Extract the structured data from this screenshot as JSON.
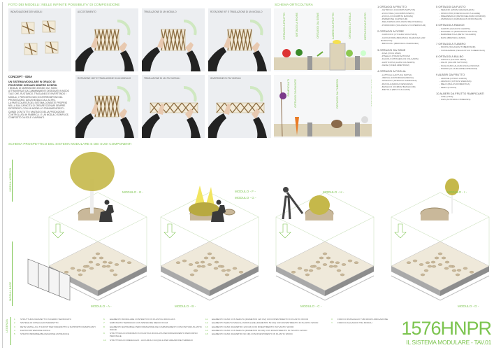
{
  "photos_section": {
    "title": "FOTO DEI MODELLI: NELLE INFINITE POSSIBILITA' DI COMPOSIZIONE",
    "captions": [
      "INDIVIDUAZIONE DEI MODULI",
      "ACCOSTAMENTO",
      "TRASLAZIONE DI UN MODULO",
      "ROTAZIONE 90° E TRASLAZIONE DI UN MODULO",
      "ROTAZIONE 180° E TRASLAZIONE DI UN MODULO",
      "TRASLAZIONE DI UN PIU' MODULI",
      "INVERSIONE DI PIU' MODULI"
    ]
  },
  "concept": {
    "title": "CONCEPT - IDEA",
    "subtitle": "UN SISTEMA MODULARE IN GRADO DI PROPORRE SCENARI SEMPRE DIVERSI.",
    "p1": "I MODULI DI DIMENSIONE 300X300 CM, SONO ATTRAVERSATI DA CAMMINAMENTI DISEGNATI IN MODO TALE CHE, RUOTANDO, TRASLANDO E INVERTENDO I MODULI, I PERCORSI NON SI INTERROMPONO MA PROSEGUONO, DA UN MODULO ALL'ALTRO.",
    "p2": "LA PARTICOLARITÀ DEL SISTEMA CONSISTE PROPRIO NELLA SUA CAPACITÀ DI CREARE SCENARI SEMPRE DIFFERENTI, CON UN MODELLO STANDARDIZZATO - QUINDI CON TUTTI I VANTAGGI DELLA PRODUZIONE CONTROLLATA IN FABBRICA - E UN MODULO SEMPLICE, COMPOSTO DA SOLE 4 VARIANTI."
  },
  "orto": {
    "title": "SCHEMA ORTICOLTURA",
    "row1": [
      "ORTAGGI A FRUTTO",
      "ORTAGGI A FIORE",
      "ORTAGGI DA SEME",
      "ALBERI DA FRUTTO",
      "ORTAGGI A FOGLIA",
      "ORTAGGI DA FUSTO"
    ],
    "row2": [
      "RAMPICANTI",
      "ORTAGGI DA RADICE",
      "ORTAGGI DA TUBERO",
      "ORTAGGI DA BULBO"
    ]
  },
  "lists": [
    {
      "title": "1 ORTAGGI A FRUTTO",
      "items": [
        "- CETRIOLO (CUCUMIS SATIVUS)",
        "- ZUCCHINA (CUCURBITA PEPO)",
        "- ZUCCA (CUCURBITA MAXIMA)",
        "- PEPERONE (CAPSICUM)",
        "- MELANZANA (SOLANUM MELONGENA)",
        "- POMODORO (SOLANUM LYCOPERSICUM)"
      ]
    },
    {
      "title": "2 ORTAGGI A FIORE",
      "items": [
        "- CARCIOFO (CYNARA SCOLYMUS)",
        "- CAVOLFIORE (BRASSICA OLERACEA VAR BOTRYTIS)",
        "- BROCCOLI (BRASSICA OLERACEA)"
      ]
    },
    {
      "title": "3 ORTAGGI DA SEME",
      "items": [
        "- FAVA (VICIA FABA)",
        "- PISELLO (PISUM SATIVUM)",
        "- FAGIOLO (PHASEOLUS VULGARIS)",
        "- LENTICCHIA (LENS CULINARIS)",
        "- CECE (CICER ARIETINUM)"
      ]
    },
    {
      "title": "4 ORTAGGI A FOGLIA",
      "items": [
        "- LATTUGA (LACTUCA SATIVA)",
        "- INDIVIA (CICHORIUM ENDIVIA)",
        "- SPINACIO (SPINACIA OLERACEA)",
        "- RUCOLA (ERUCA VESICARIA)",
        "- BASILICO (OCIMUM BASILICUM)",
        "- BIETOLA (BETA VULGARIS)"
      ]
    },
    {
      "title": "5 ORTAGGI DA FUSTO",
      "items": [
        "- SEDANO (APIUM GRAVEOLENS)",
        "- FINOCCHIO (FOENICULUM VULGARE)",
        "- PREZZEMOLO (PETROSELINUM CRISPUM)",
        "- ASPARAGO (ASPARAGUS OFFICINALIS)"
      ]
    },
    {
      "title": "6 ORTAGGI A RADICE",
      "items": [
        "- CAROTA (DAUCUS CAROTA)",
        "- RAVANELLO (RAPHANUS SATIVUS)",
        "- BARBABIETOLA (BETA VULGARIS)",
        "- RAPA (BRASSICA RAPA)"
      ]
    },
    {
      "title": "7 ORTAGGI A TUBERO",
      "items": [
        "- PATATA (SOLANUM TUBEROSUM)",
        "- TOPINAMBUR (HELIANTHUS TUBEROSUS)"
      ]
    },
    {
      "title": "8 ORTAGGI A BULBO",
      "items": [
        "- CIPOLLA (ALLIUM CEPA)",
        "- AGLIO (ALLIUM SATIVUM)",
        "- SCALOGNO (ALLIUM ASCALONICUM)",
        "- PORRO (ALLIUM AMPELOPRASUM)"
      ]
    },
    {
      "title": "9 ALBERI DA FRUTTO",
      "items": [
        "- LIMONE (CITRUS LIMON)",
        "- ARANCIO (CITRUS SINENSIS)",
        "- MELO (MALUS DOMESTICA)",
        "- PERO (PYRUS)"
      ]
    },
    {
      "title": "10 ALBERI DA FRUTTO RAMPICANTI",
      "items": [
        "- VITE (VITIS)",
        "- KIWI (ACTINIDIA CHINENSIS)"
      ]
    }
  ],
  "scheme": {
    "title": "SCHEMA PROSPETTICO DEL SISTEMA MODULARE E DEI SUOI COMPONENTI",
    "arredo_label": "MODULI ARREDO",
    "base_label": "MODULI BASE",
    "top_modules": [
      "MODULO - E -",
      "MODULO - F -",
      "MODULO - G -",
      "MODULO - H -",
      "MODULO - I -"
    ],
    "base_modules": [
      "MODULO - A -",
      "MODULO - B -",
      "MODULO - C -",
      "MODULO - D -"
    ]
  },
  "legend": {
    "title": "LEGENDA",
    "items": [
      [
        "1",
        "STRUTTURA PARAPETTO IN FERRO VERNICIATO"
      ],
      [
        "2",
        "SISTEMA DI FISSAGGIO PARAPETTO"
      ],
      [
        "3",
        "RETE METALLICA H 100 MT PER PARAPETTO E SUPPORTO RAMPICANTI"
      ],
      [
        "4",
        "FELTRO RITENZIONE IDRICA"
      ],
      [
        "5",
        "STRATO IMPERMEABILIZZAZIONE ANTIRADICE"
      ],
      [
        "6",
        "ELEMENTO MODULARE CONTENITIVO IN PLASTICA RICICLATA"
      ],
      [
        "7",
        "SUBSTRATO TERRICCIO CON SPESSORE MEDIO 35 CM"
      ],
      [
        "8",
        "ELEMENTO ESTRAIBILE PER FORMAZIONE DEI CAMMINAMENTI CON FINITURA PLASTIC WOOD"
      ],
      [
        "9",
        "STRUTTURA DI RINFORZO IN PLASTICA RICICLATA PER IRRIGIDIMENTO PERCORSO PEDONALE"
      ],
      [
        "10",
        "STRUTTURA DI DRENAGGIO - ACCUMULO ACQUE E PER AREAZIONE TERRENO"
      ],
      [
        "11",
        "ELEMENTO VASO CON SEDUTA (DIAMETRO 120 CM) CON RIVESTIMENTO IN PLASTIC WOOD"
      ],
      [
        "12",
        "ELEMENTO SEDUTA SINGOLA MODULARE (DIAMETRO 50 CM) CON RIVESTIMENTO IN PLASTIC WOOD"
      ],
      [
        "13",
        "ELEMENTO VASO (DIAMETRO 120 CM) CON RIVESTIMENTO IN PLASTIC WOOD"
      ],
      [
        "14",
        "ELEMENTO VASO CON SEDUTA (DIAMETRO 90 CM) CON RIVESTIMENTO IN PLASTIC WOOD"
      ],
      [
        "15",
        "ELEMENTO VASO (DIAMETRO 90 CM) CON RIVESTIMENTO IN PLASTIC WOOD"
      ],
      [
        "X",
        "FORO DI PASSAGGIO TUBI MICRO-IRRIGAZIONE"
      ],
      [
        "Y",
        "FORO DI AGGANCIO TRA MODULI"
      ]
    ]
  },
  "project": {
    "code": "1576HNPR",
    "subtitle": "IL SISTEMA MODULARE - TAV.01"
  },
  "colors": {
    "accent": "#7cc44f",
    "soil": "#ddd3b8",
    "wood": "#c9b89a"
  }
}
